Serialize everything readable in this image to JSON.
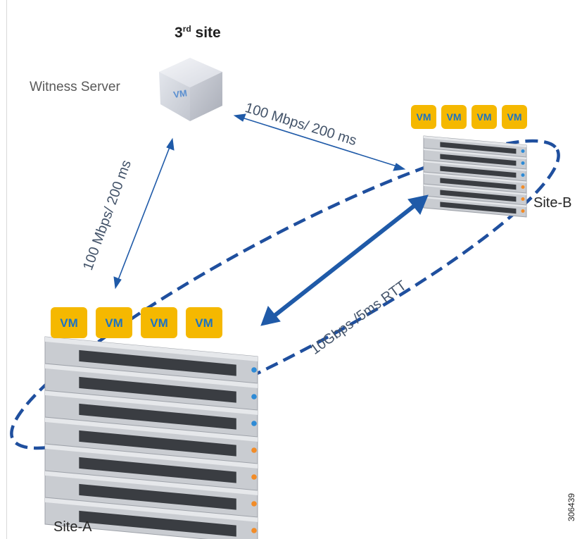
{
  "third_site": {
    "main": "3",
    "sup": "rd",
    "rest": " site"
  },
  "witness_label": "Witness Server",
  "witness_vm_text": "VM",
  "site_a": {
    "label": "Site-A",
    "vms": [
      "VM",
      "VM",
      "VM",
      "VM"
    ],
    "server_units": 7
  },
  "site_b": {
    "label": "Site-B",
    "vms": [
      "VM",
      "VM",
      "VM",
      "VM"
    ],
    "server_units": 6
  },
  "links": {
    "witness_to_site_b": "100 Mbps/ 200 ms",
    "witness_to_site_a": "100 Mbps/ 200 ms",
    "site_a_to_site_b": "10Gbps /5ms RTT"
  },
  "figure_id": "306439",
  "colors": {
    "link_arrow": "#1f5aa8",
    "stretch_cluster_ellipse": "#1f4f9e",
    "vm_badge": "#f5b800",
    "vm_text": "#1a73c4",
    "server_chassis": "#c9ccd1",
    "server_drive_bay": "#3a3d42",
    "server_status_orange": "#f28c28",
    "server_status_blue": "#2e8bd6"
  }
}
